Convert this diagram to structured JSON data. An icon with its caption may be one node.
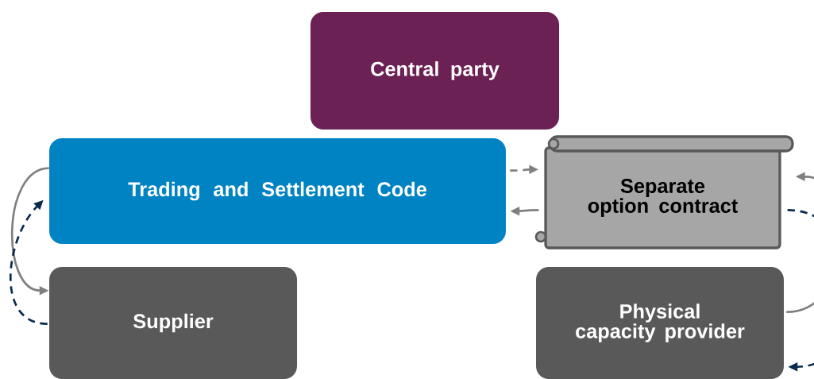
{
  "diagram": {
    "nodes": [
      {
        "text": [
          "Central party"
        ]
      },
      {
        "text": [
          "Trading and Settlement Code"
        ]
      },
      {
        "text": [
          "Separate option contract"
        ]
      },
      {
        "text": [
          "Supplier"
        ]
      },
      {
        "text": [
          "Physical capacity provider"
        ]
      }
    ],
    "edges": [
      {
        "from": 1,
        "to": 3,
        "arrow": "to"
      },
      {
        "from": 3,
        "to": 1,
        "arrow": "to",
        "style": "dashed",
        "color": "#0a2a4f"
      },
      {
        "from": 1,
        "to": 2,
        "arrow": "to",
        "style": "dashed"
      },
      {
        "from": 2,
        "to": 1,
        "arrow": "to"
      },
      {
        "from": 4,
        "to": 2,
        "arrow": "to"
      },
      {
        "from": 2,
        "to": 4,
        "arrow": "to",
        "style": "dashed",
        "color": "#0a2a4f"
      }
    ]
  }
}
